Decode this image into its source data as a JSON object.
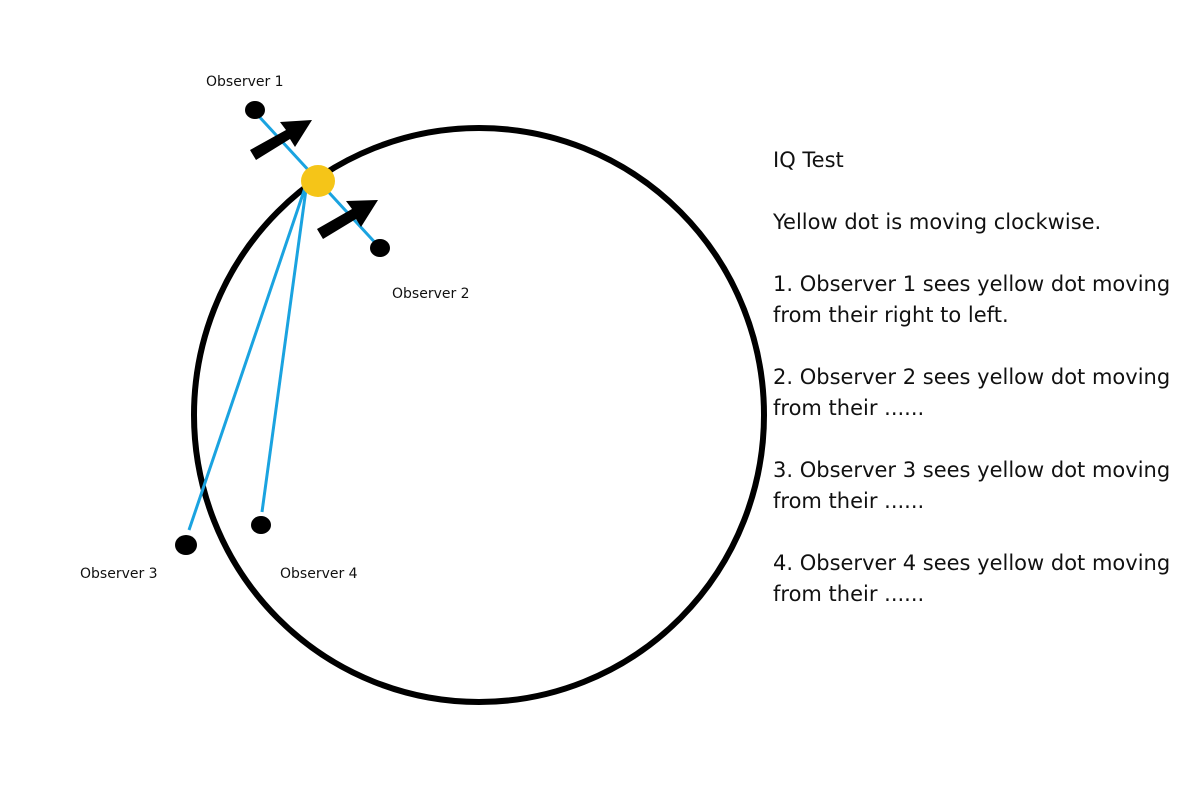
{
  "colors": {
    "circle": "#000000",
    "sight_line": "#1aa3e0",
    "yellow_dot": "#f5c518",
    "observer": "#000000",
    "arrow": "#000000"
  },
  "diagram": {
    "observers": [
      {
        "label": "Observer 1"
      },
      {
        "label": "Observer 2"
      },
      {
        "label": "Observer 3"
      },
      {
        "label": "Observer 4"
      }
    ],
    "icons": {
      "arrow": "arrow-icon",
      "yellow_dot": "yellow-dot-icon"
    }
  },
  "panel": {
    "title": "IQ Test",
    "intro": "Yellow dot is moving clockwise.",
    "items": [
      "1. Observer 1 sees yellow dot moving from their right to left.",
      "2. Observer 2 sees yellow dot moving from their ......",
      "3. Observer 3 sees yellow dot moving from their ......",
      "4. Observer 4 sees yellow dot moving from their ......"
    ]
  }
}
